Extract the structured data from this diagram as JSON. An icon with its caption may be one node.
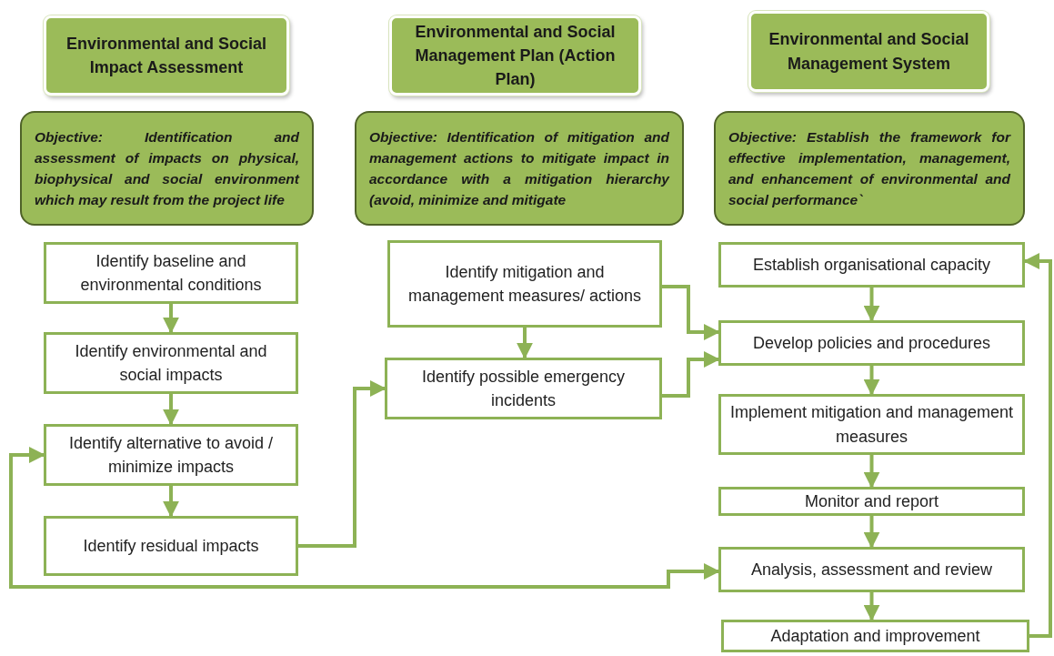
{
  "diagram": {
    "nodes": [
      {
        "text": [
          "Environmental and Social Impact Assessment"
        ]
      },
      {
        "text": [
          "Objective: Identification and assessment of impacts on physical, biophysical and social environment which may result from the project life"
        ]
      },
      {
        "text": [
          "Identify baseline and environmental conditions"
        ]
      },
      {
        "text": [
          "Identify environmental and social impacts"
        ]
      },
      {
        "text": [
          "Identify alternative to avoid / minimize impacts"
        ]
      },
      {
        "text": [
          "Identify residual impacts"
        ]
      },
      {
        "text": [
          "Environmental and Social Management Plan (Action Plan)"
        ]
      },
      {
        "text": [
          "Objective: Identification of mitigation and management actions to mitigate impact in accordance with a mitigation hierarchy (avoid, minimize and mitigate"
        ]
      },
      {
        "text": [
          "Identify mitigation and management measures/ actions"
        ]
      },
      {
        "text": [
          "Identify possible emergency incidents"
        ]
      },
      {
        "text": [
          "Environmental and Social Management System"
        ]
      },
      {
        "text": [
          "Objective: Establish the framework for effective implementation, management, and enhancement of environmental and social performance`"
        ]
      },
      {
        "text": [
          "Establish organisational capacity"
        ]
      },
      {
        "text": [
          "Develop policies and procedures"
        ]
      },
      {
        "text": [
          "Implement mitigation and management measures"
        ]
      },
      {
        "text": [
          "Monitor and report"
        ]
      },
      {
        "text": [
          "Analysis, assessment and review"
        ]
      },
      {
        "text": [
          "Adaptation and improvement"
        ]
      }
    ],
    "edges": [
      {
        "from": 2,
        "to": 3,
        "arrow": "to"
      },
      {
        "from": 3,
        "to": 4,
        "arrow": "to"
      },
      {
        "from": 4,
        "to": 5,
        "arrow": "to"
      },
      {
        "from": 5,
        "to": 9,
        "arrow": "to"
      },
      {
        "from": 8,
        "to": 9,
        "arrow": "to"
      },
      {
        "from": 8,
        "to": 13,
        "arrow": "to"
      },
      {
        "from": 9,
        "to": 13,
        "arrow": "to"
      },
      {
        "from": 12,
        "to": 13,
        "arrow": "to"
      },
      {
        "from": 13,
        "to": 14,
        "arrow": "to"
      },
      {
        "from": 14,
        "to": 15,
        "arrow": "to"
      },
      {
        "from": 15,
        "to": 16,
        "arrow": "to"
      },
      {
        "from": 16,
        "to": 17,
        "arrow": "to"
      },
      {
        "from": 17,
        "to": 12,
        "arrow": "to"
      },
      {
        "from": 4,
        "to": 16,
        "arrow": "both"
      }
    ]
  }
}
